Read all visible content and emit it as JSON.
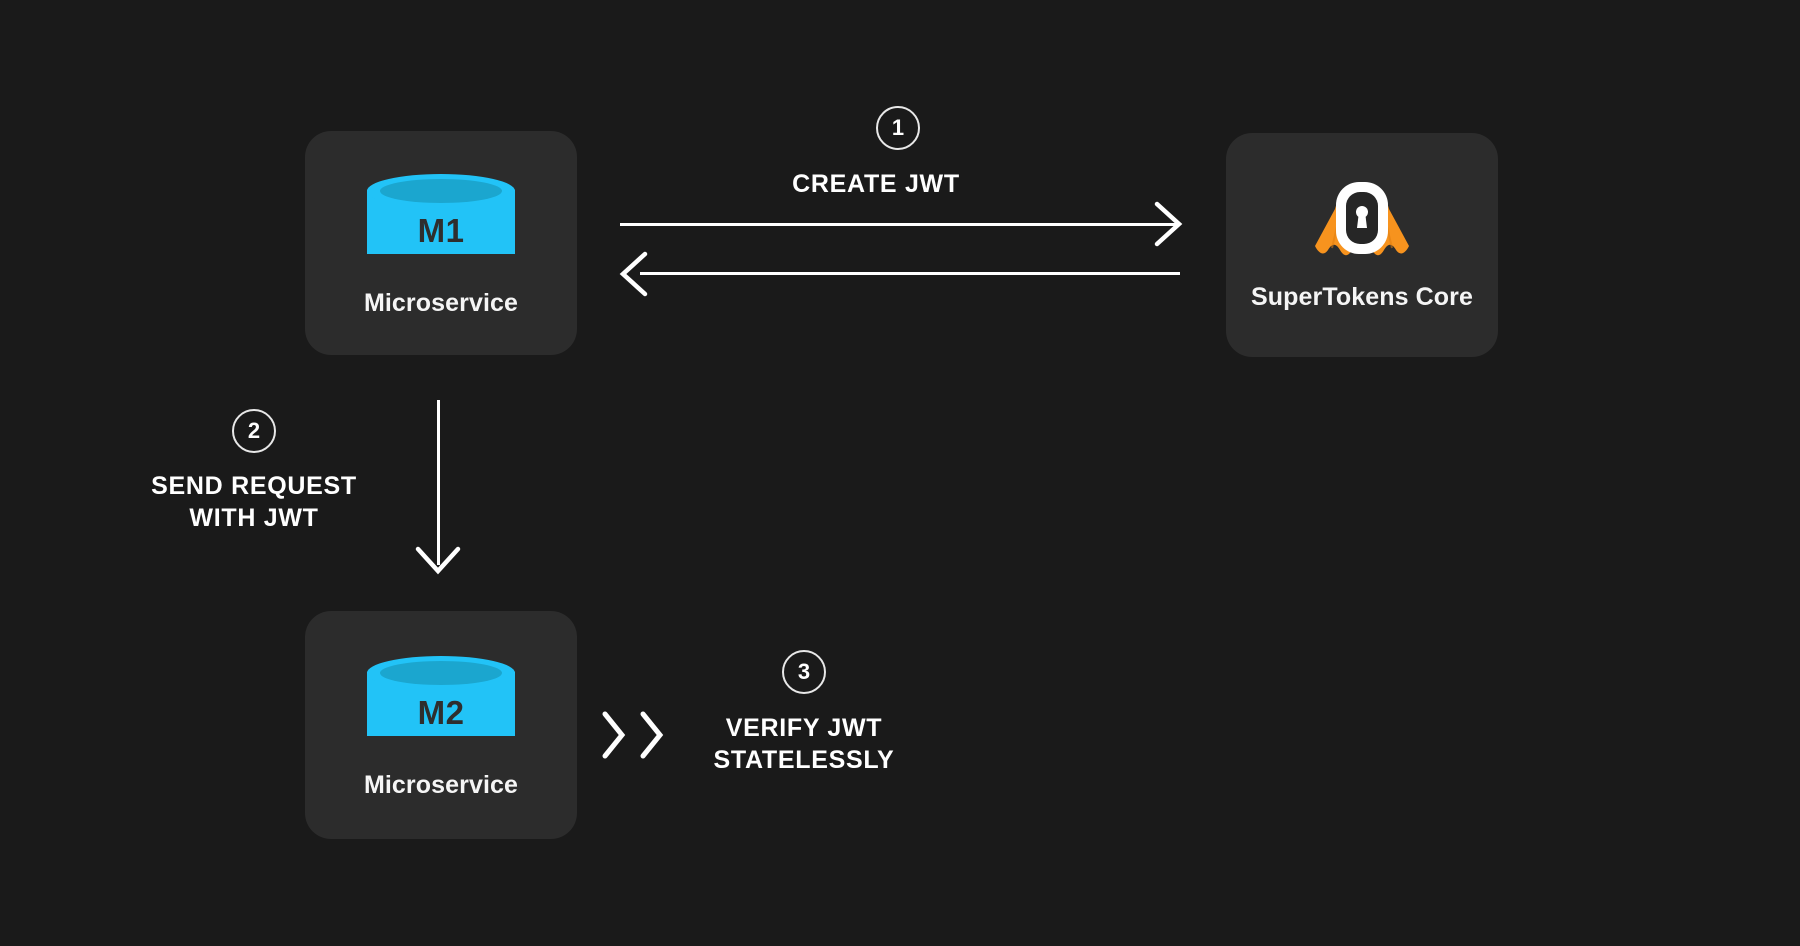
{
  "diagram": {
    "title": "SuperTokens JWT microservice authentication flow",
    "background_color": "#1a1a1a",
    "card_color": "#2c2c2c",
    "accent_cyan": "#22c3f7",
    "accent_cyan_dark": "#1ba6cf",
    "accent_orange": "#f7931e",
    "line_color": "#ffffff"
  },
  "nodes": [
    {
      "id": "m1",
      "icon": "database-cylinder-icon",
      "icon_text": "M1",
      "label": "Microservice"
    },
    {
      "id": "core",
      "icon": "supertokens-logo-icon",
      "label": "SuperTokens\nCore"
    },
    {
      "id": "m2",
      "icon": "database-cylinder-icon",
      "icon_text": "M2",
      "label": "Microservice"
    }
  ],
  "steps": [
    {
      "number": "1",
      "caption": "CREATE JWT"
    },
    {
      "number": "2",
      "caption": "SEND REQUEST\nWITH JWT"
    },
    {
      "number": "3",
      "caption": "VERIFY JWT\nSTATELESSLY"
    }
  ],
  "connectors": [
    {
      "id": "m1-to-core",
      "direction": "right",
      "arrow": "open-arrowhead-right-icon"
    },
    {
      "id": "core-to-m1",
      "direction": "left",
      "arrow": "open-arrowhead-left-icon"
    },
    {
      "id": "m1-to-m2",
      "direction": "down",
      "arrow": "open-arrowhead-down-icon"
    },
    {
      "id": "m2-verify",
      "direction": "right",
      "arrow": "double-chevron-right-icon"
    }
  ]
}
